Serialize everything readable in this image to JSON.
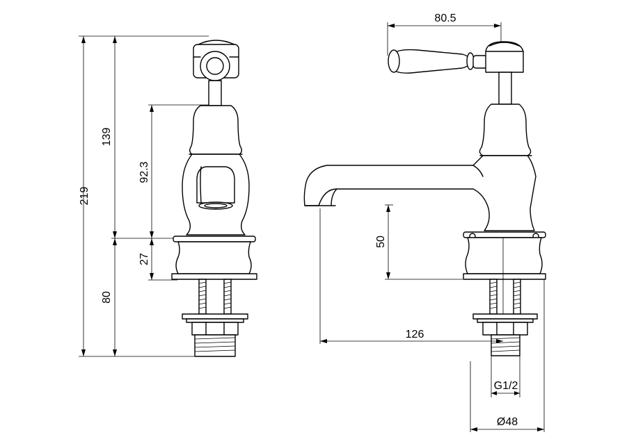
{
  "dimensions": {
    "overall_height": "219",
    "handle_height": "139",
    "body_height": "92.3",
    "base_height": "27",
    "tail_length": "80",
    "handle_reach": "80.5",
    "spout_height": "50",
    "spout_projection": "126",
    "thread_size": "G1/2",
    "base_diameter": "Ø48"
  }
}
